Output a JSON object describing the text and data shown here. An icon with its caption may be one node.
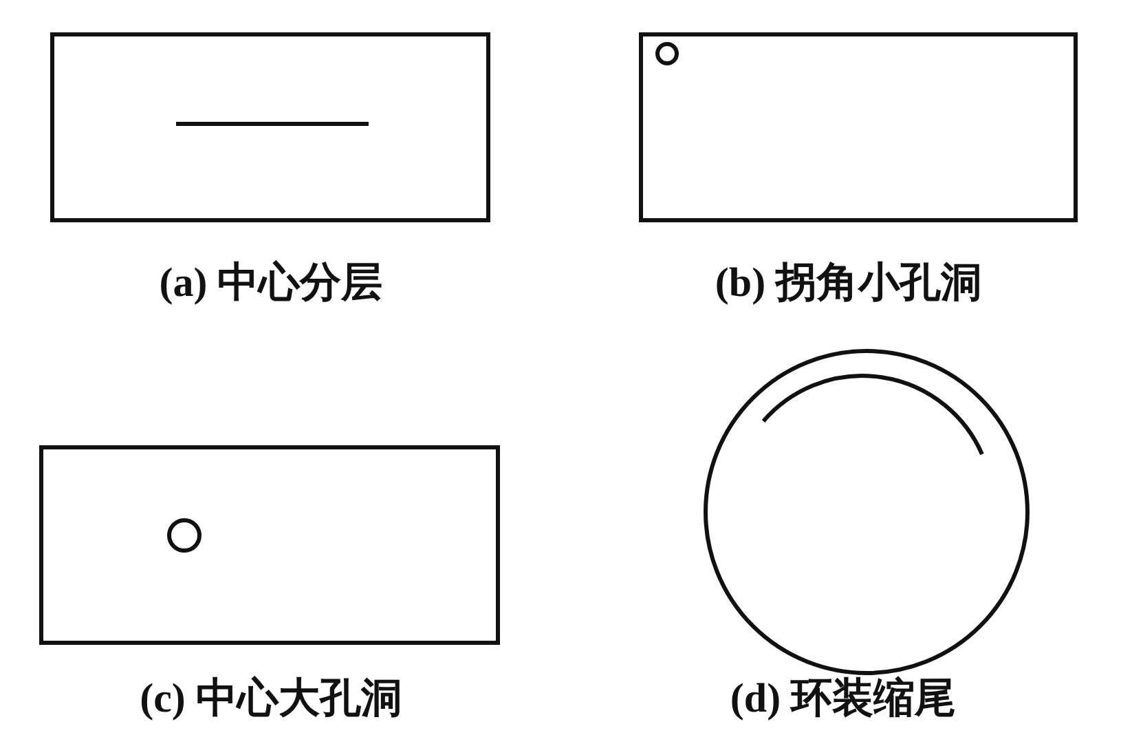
{
  "diagram": {
    "labels": [
      "(a) 中心分层",
      "(b) 拐角小孔洞",
      "(c) 中心大孔洞",
      "(d) 环装缩尾"
    ]
  }
}
